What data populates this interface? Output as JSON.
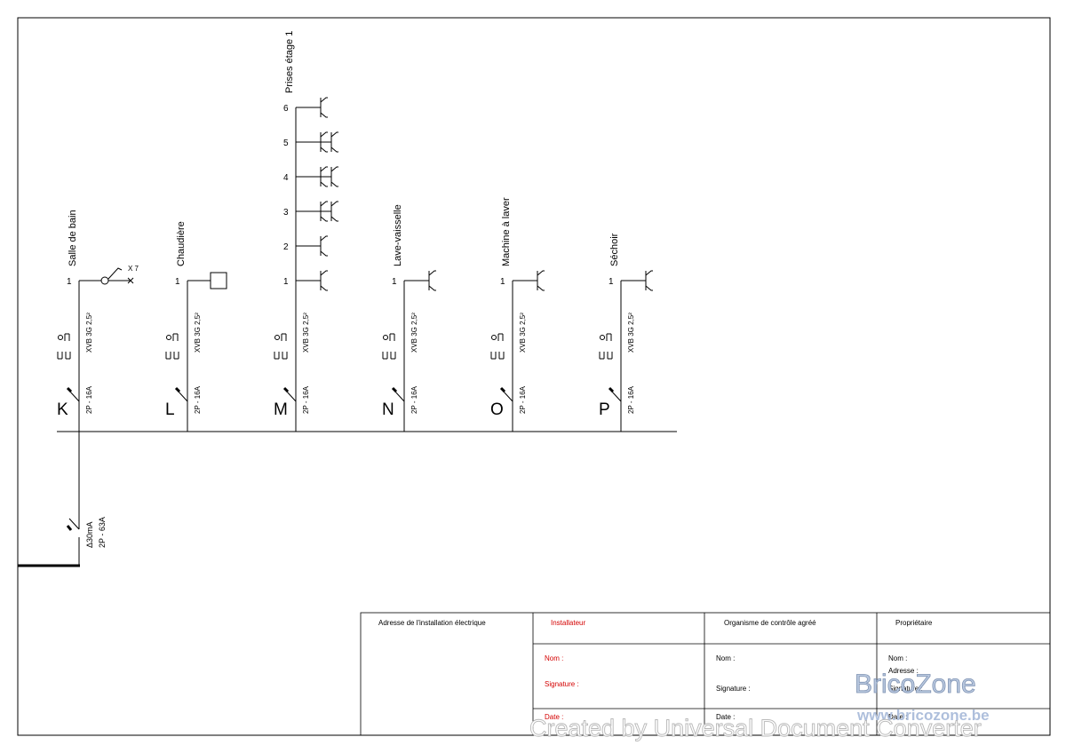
{
  "circuits": [
    {
      "letter": "K",
      "name": "Salle de bain",
      "cable": "XVB 3G 2,5²",
      "breaker": "2P - 16A",
      "device": "luminaire",
      "outlets": [
        "1"
      ],
      "device_label": "X 7"
    },
    {
      "letter": "L",
      "name": "Chaudière",
      "cable": "XVB 3G 2,5²",
      "breaker": "2P - 16A",
      "device": "box",
      "outlets": [
        "1"
      ]
    },
    {
      "letter": "M",
      "name": "Prises étage 1",
      "cable": "XVB 3G 2,5²",
      "breaker": "2P - 16A",
      "device": "sockets",
      "outlets": [
        "1",
        "2",
        "3",
        "4",
        "5",
        "6"
      ],
      "double_sockets": [
        3,
        4,
        5
      ]
    },
    {
      "letter": "N",
      "name": "Lave-vaisselle",
      "cable": "XVB 3G 2,5²",
      "breaker": "2P - 16A",
      "device": "sockets",
      "outlets": [
        "1"
      ]
    },
    {
      "letter": "O",
      "name": "Machine à laver",
      "cable": "XVB 3G 2,5²",
      "breaker": "2P - 16A",
      "device": "sockets",
      "outlets": [
        "1"
      ]
    },
    {
      "letter": "P",
      "name": "Séchoir",
      "cable": "XVB 3G 2,5²",
      "breaker": "2P - 16A",
      "device": "sockets",
      "outlets": [
        "1"
      ]
    }
  ],
  "main_breaker": {
    "sensitivity": "Δ30mA",
    "rating": "2P - 63A"
  },
  "title_block": {
    "col1": {
      "header": "Adresse de l'installation électrique"
    },
    "col2": {
      "header": "Installateur",
      "nom": "Nom :",
      "signature": "Signature :",
      "date": "Date :"
    },
    "col3": {
      "header": "Organisme de contrôle agréé",
      "nom": "Nom :",
      "signature": "Signature :",
      "date": "Date :"
    },
    "col4": {
      "header": "Propriétaire",
      "nom": "Nom :",
      "adresse": "Adresse :",
      "signature": "Signature :",
      "date": "Date :"
    }
  },
  "branding": {
    "logo": "BricoZone",
    "url": "www.bricozone.be"
  },
  "watermark": "Created by Universal Document Converter",
  "colors": {
    "installer_red": "#d40000",
    "brand_blue": "#b9c8df"
  }
}
